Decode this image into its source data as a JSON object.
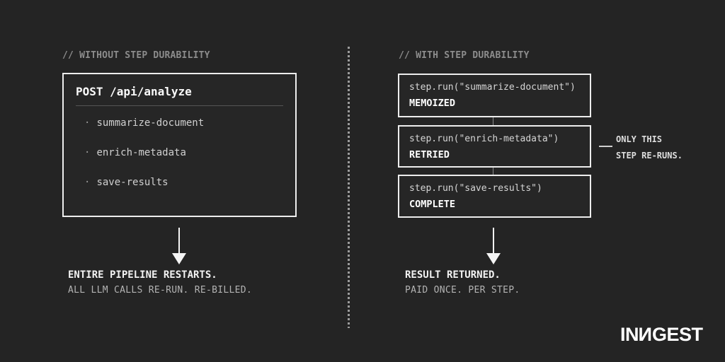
{
  "left_panel": {
    "header": "// WITHOUT STEP DURABILITY",
    "box": {
      "title": "POST /api/analyze",
      "bullet": "·",
      "items": [
        "summarize-document",
        "enrich-metadata",
        "save-results"
      ]
    },
    "result_line1": "ENTIRE PIPELINE RESTARTS.",
    "result_line2": "ALL LLM CALLS RE-RUN. RE-BILLED."
  },
  "right_panel": {
    "header": "// WITH STEP DURABILITY",
    "steps": [
      {
        "code": "step.run(\"summarize-document\")",
        "status": "MEMOIZED"
      },
      {
        "code": "step.run(\"enrich-metadata\")",
        "status": "RETRIED"
      },
      {
        "code": "step.run(\"save-results\")",
        "status": "COMPLETE"
      }
    ],
    "annotation": {
      "line1": "ONLY THIS",
      "line2": "STEP RE-RUNS."
    },
    "result_line1": "RESULT RETURNED.",
    "result_line2": "PAID ONCE. PER STEP."
  },
  "logo": {
    "full_name": "INNGEST",
    "part1": "IN",
    "part2": "N",
    "part3": "GEST"
  },
  "colors": {
    "background": "#242424",
    "box_border": "#ededed",
    "text_bright": "#f5f5f5",
    "text_code": "#d6d6d6",
    "text_secondary": "#b3b3b3",
    "text_muted": "#8c8c8c",
    "dotted_divider": "#9c9c9c"
  }
}
